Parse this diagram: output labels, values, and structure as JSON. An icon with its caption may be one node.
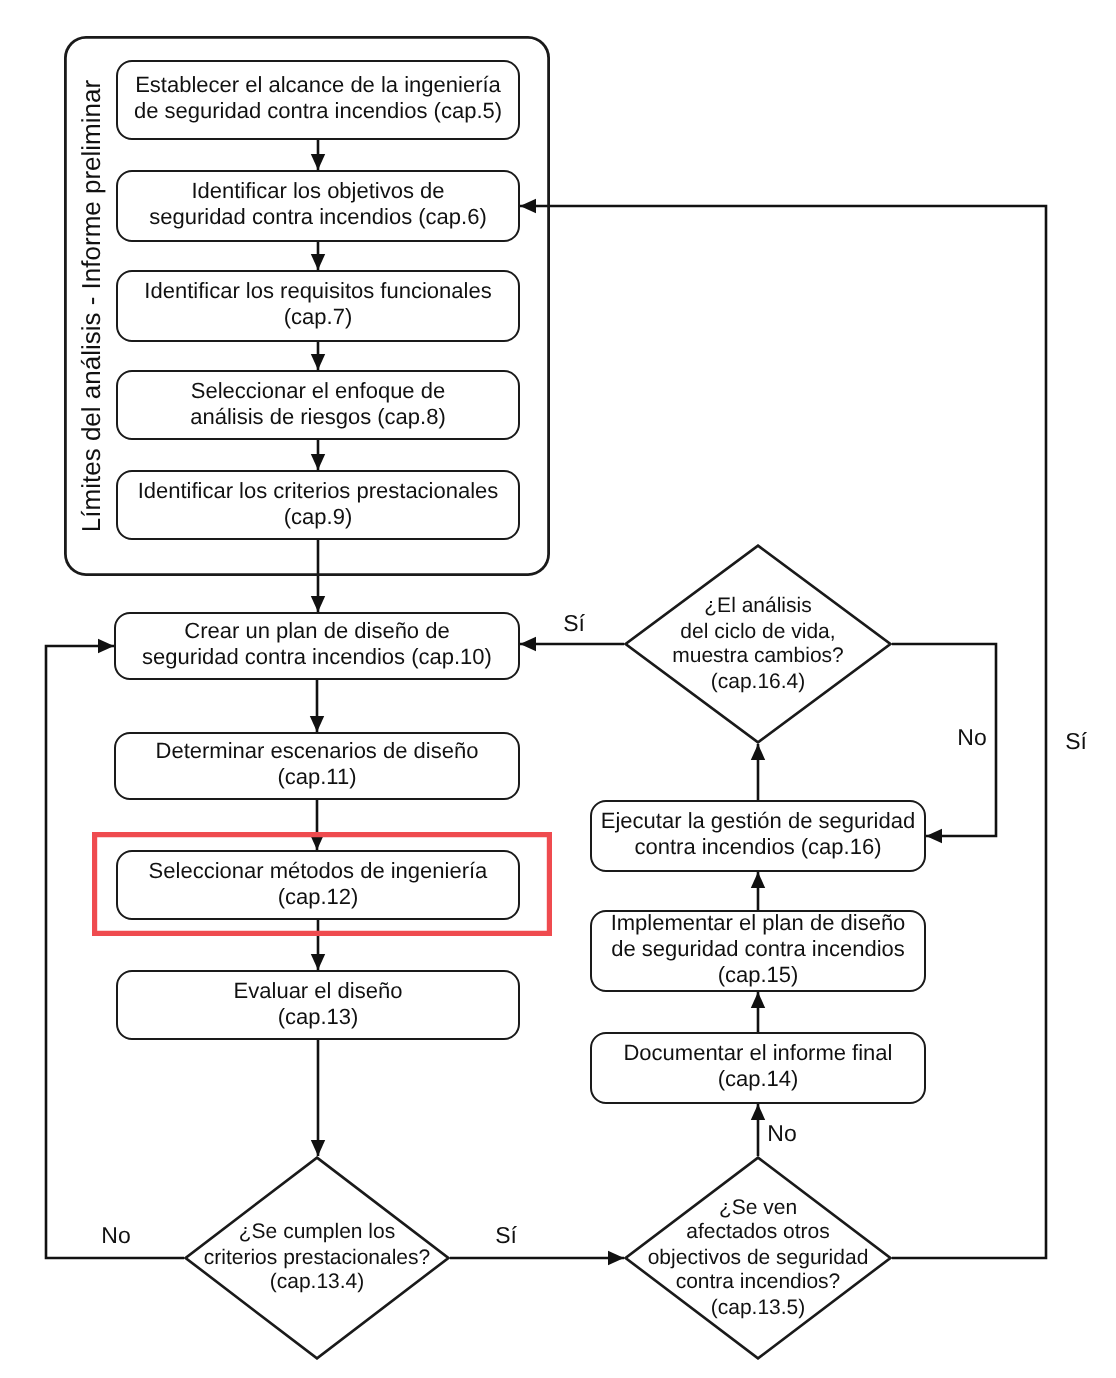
{
  "diagram": {
    "nodes": [
      {
        "text": [
          "Límites del análisis - Informe preliminar"
        ]
      },
      {
        "text": [
          "Establecer el alcance de la ingeniería de seguridad contra incendios (cap.5)"
        ],
        "in": 0
      },
      {
        "text": [
          "Identificar los objetivos de seguridad contra incendios (cap.6)"
        ],
        "in": 0
      },
      {
        "text": [
          "Identificar los requisitos funcionales (cap.7)"
        ],
        "in": 0
      },
      {
        "text": [
          "Seleccionar el enfoque de análisis de riesgos (cap.8)"
        ],
        "in": 0
      },
      {
        "text": [
          "Identificar los criterios prestacionales (cap.9)"
        ],
        "in": 0
      },
      {
        "text": [
          "Crear un plan de diseño de seguridad contra incendios (cap.10)"
        ]
      },
      {
        "text": [
          "Determinar escenarios de diseño (cap.11)"
        ]
      },
      {
        "text": [],
        "shape": "box"
      },
      {
        "text": [
          "Seleccionar métodos de ingeniería (cap.12)"
        ],
        "in": 8
      },
      {
        "text": [
          "Evaluar el diseño (cap.13)"
        ]
      },
      {
        "text": [
          "¿Se cumplen los criterios prestacionales? (cap.13.4)"
        ]
      },
      {
        "text": [
          "¿Se ven afectados otros objectivos de seguridad contra incendios? (cap.13.5)"
        ]
      },
      {
        "text": [
          "Documentar el informe final (cap.14)"
        ]
      },
      {
        "text": [
          "Implementar el plan de diseño de seguridad contra incendios (cap.15)"
        ]
      },
      {
        "text": [
          "Ejecutar la gestión de seguridad contra incendios (cap.16)"
        ]
      },
      {
        "text": [
          "¿El análisis del ciclo de vida, muestra cambios? (cap.16.4)"
        ]
      }
    ],
    "edges": [
      {
        "from": 1,
        "to": 2,
        "arrow": "to"
      },
      {
        "from": 2,
        "to": 3,
        "arrow": "to"
      },
      {
        "from": 3,
        "to": 4,
        "arrow": "to"
      },
      {
        "from": 4,
        "to": 5,
        "arrow": "to"
      },
      {
        "from": 5,
        "to": 6,
        "arrow": "to"
      },
      {
        "from": 6,
        "to": 7,
        "arrow": "to"
      },
      {
        "from": 7,
        "to": 9,
        "arrow": "to"
      },
      {
        "from": 9,
        "to": 10,
        "arrow": "to"
      },
      {
        "from": 10,
        "to": 11,
        "arrow": "to"
      },
      {
        "from": 11,
        "to": 6,
        "arrow": "to",
        "label": "No"
      },
      {
        "from": 11,
        "to": 12,
        "arrow": "to",
        "label": "Sí"
      },
      {
        "from": 12,
        "to": 13,
        "arrow": "to",
        "label": "No"
      },
      {
        "from": 12,
        "to": 2,
        "arrow": "to",
        "label": "Sí"
      },
      {
        "from": 13,
        "to": 14,
        "arrow": "to"
      },
      {
        "from": 14,
        "to": 15,
        "arrow": "to"
      },
      {
        "from": 15,
        "to": 16,
        "arrow": "to"
      },
      {
        "from": 16,
        "to": 15,
        "arrow": "to",
        "label": "No"
      },
      {
        "from": 16,
        "to": 6,
        "arrow": "to",
        "label": "Sí"
      }
    ]
  }
}
